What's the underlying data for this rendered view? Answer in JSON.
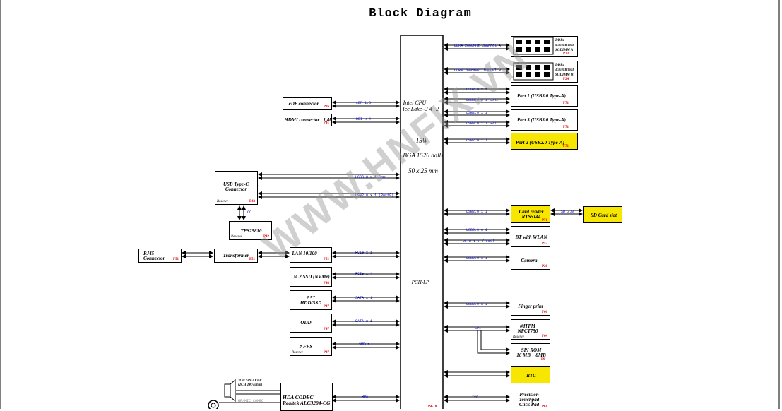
{
  "title": "Block Diagram",
  "watermark": "WWW.HNFIX.VN",
  "cpu": {
    "line1": "Intel  CPU",
    "line2": "Ice Lake-U 4+2",
    "tdp": "15W",
    "package": "BGA 1526 balls",
    "size": "50 x 25 mm",
    "pch": "PCH-LP",
    "page": "P4-18"
  },
  "left": {
    "edp": {
      "label": "eDP connector",
      "page": "P26",
      "bus": "eDP 1.3"
    },
    "hdmi": {
      "label": "HDMI connector , 1.4b",
      "page": "P41",
      "bus": "DDI x 4"
    },
    "typec": {
      "label1": "USB Type-C",
      "label2": "Connector",
      "reserve": "Reserve",
      "page": "P43",
      "bus1": "USB3.0 x 1 Gen1",
      "bus2": "USB2.0 x 1 (Port9)"
    },
    "cc": "CC",
    "tps": {
      "label": "TPS25810",
      "reserve": "Reserve",
      "page": "P42"
    },
    "rj45": {
      "label1": "RJ45",
      "label2": "Connector",
      "page": "P51"
    },
    "transformer": {
      "label": "Transformer",
      "page": "P51"
    },
    "lan": {
      "label": "LAN 10/100",
      "page": "P51",
      "bus": "PCIe x 1"
    },
    "ssd": {
      "label": "M.2 SSD (NVMe)",
      "page": "P48",
      "bus": "PCIe x 4"
    },
    "hdd": {
      "label1": "2.5\"",
      "label2": "HDD/SSD",
      "page": "P47",
      "bus": "SATA x 1"
    },
    "odd": {
      "label": "ODD",
      "page": "P47",
      "bus": "SATA x 1"
    },
    "ffs": {
      "label": "# FFS",
      "reserve": "Reserve",
      "page": "P47",
      "bus": "SMBus"
    },
    "speaker": {
      "label1": "2CH SPEAKER",
      "label2": "(2CH 2W/4ohm)"
    },
    "jack": "HP/MIC COMBO",
    "codec": {
      "label1": "HDA CODEC",
      "label2": "Realtek ALC3204-CG",
      "bus": "HDA"
    }
  },
  "right": {
    "dimmA": {
      "line1": "DDR4",
      "line2": "4GB/8GB/16GB",
      "line3": "SODIMM A",
      "page": "P23",
      "bus": "DDR4 2666MHz Channel A"
    },
    "dimmB": {
      "line1": "DDR4",
      "line2": "4GB/8GB/16GB",
      "line3": "SODIMM B",
      "page": "P24",
      "bus": "DDR4 2666MHz Channel B"
    },
    "port1": {
      "label": "Port 1 (USB3.0 Type-A)",
      "page": "P71",
      "bus1": "USB2.0 x 1",
      "bus2": "USB3.0 x 1 Gen1"
    },
    "port3": {
      "label": "Port 3 (USB3.0 Type-A)",
      "page": "P71",
      "bus1": "USB2.0 x 1",
      "bus2": "USB3.0 x 1 Gen1"
    },
    "port2": {
      "label": "Port 2 (USB2.0 Type-A)",
      "page": "P71",
      "bus": "USB2.0 x 1"
    },
    "cardreader": {
      "label1": "Card reader",
      "label2": "RTS5144",
      "page": "P71",
      "bus": "USB2.0 x 1"
    },
    "sd": {
      "label": "SD Card slot",
      "bus": "SD 3.0"
    },
    "bt": {
      "label": "BT with WLAN",
      "page": "P52",
      "bus1": "USB2.0 x 1",
      "bus2": "PCIe x 1 / CNVi"
    },
    "camera": {
      "label": "Camera",
      "page": "P26",
      "bus": "USB2.0 x 1"
    },
    "finger": {
      "label": "Finger print",
      "page": "P66",
      "bus": "USB2.0 x 1"
    },
    "tpm": {
      "label1": "#dTPM",
      "label2": "NPCT750",
      "reserve": "Reserve",
      "page": "P64",
      "bus": "SPI"
    },
    "spirom": {
      "label1": "SPI ROM",
      "label2": "16 MB + 8MB",
      "page": "P9"
    },
    "rtc": {
      "label": "RTC"
    },
    "touchpad": {
      "label1": "Precision",
      "label2": "Touchpad",
      "label3": "Click Pad",
      "page": "P61",
      "bus": "I2C"
    }
  }
}
